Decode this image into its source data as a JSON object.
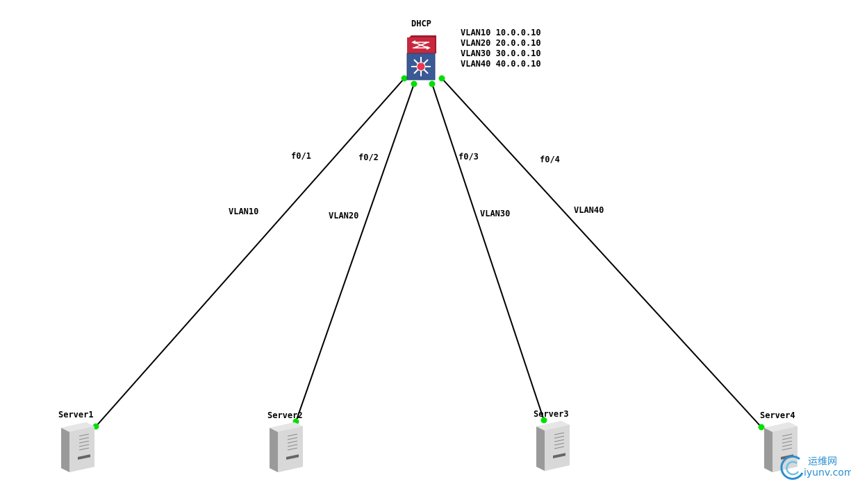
{
  "switch": {
    "name": "DHCP"
  },
  "dhcp_pools": [
    {
      "vlan": "VLAN10",
      "address": "10.0.0.10"
    },
    {
      "vlan": "VLAN20",
      "address": "20.0.0.10"
    },
    {
      "vlan": "VLAN30",
      "address": "30.0.0.10"
    },
    {
      "vlan": "VLAN40",
      "address": "40.0.0.10"
    }
  ],
  "links": [
    {
      "interface": "f0/1",
      "vlan": "VLAN10",
      "server": "Server1"
    },
    {
      "interface": "f0/2",
      "vlan": "VLAN20",
      "server": "Server2"
    },
    {
      "interface": "f0/3",
      "vlan": "VLAN30",
      "server": "Server3"
    },
    {
      "interface": "f0/4",
      "vlan": "VLAN40",
      "server": "Server4"
    }
  ],
  "watermark": {
    "cn": "运维网",
    "url": "iyunv.com"
  },
  "colors": {
    "link": "#000000",
    "port": "#00e000",
    "switch_top": "#c0223a",
    "switch_body": "#3a5a96"
  }
}
